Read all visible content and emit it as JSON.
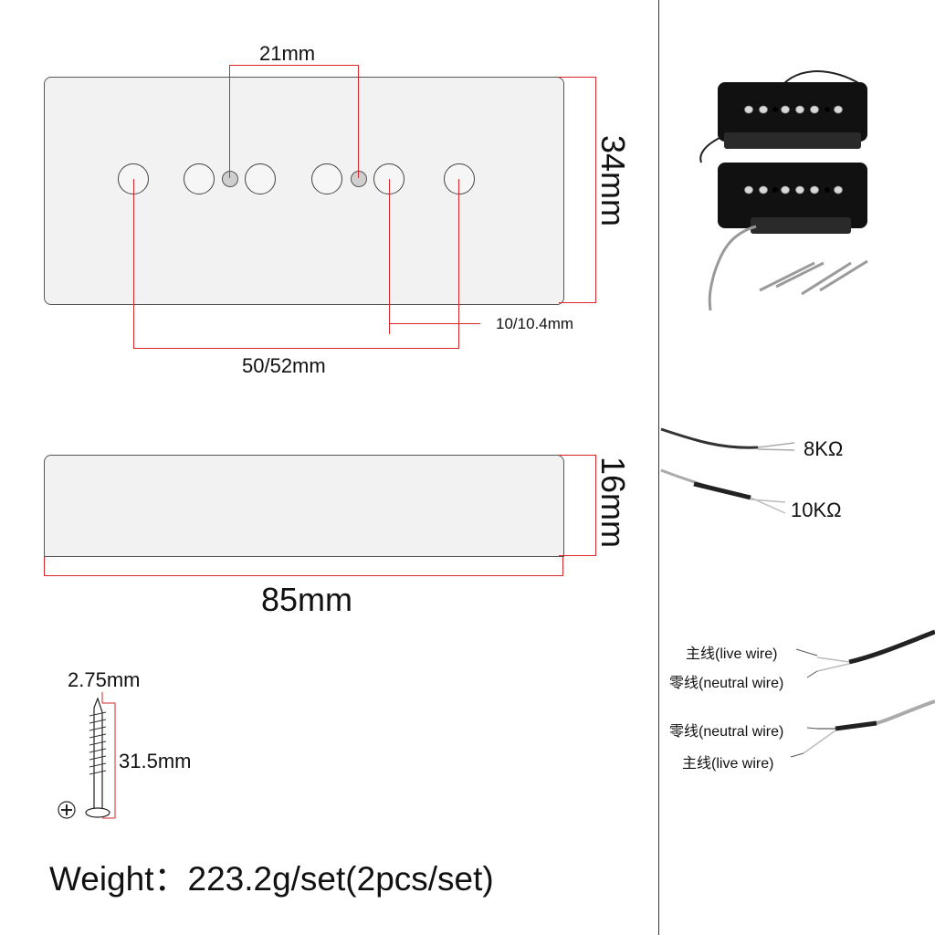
{
  "dimensions": {
    "pole_spacing": "21mm",
    "height_top": "34mm",
    "mount_spacing": "10/10.4mm",
    "pole_span": "50/52mm",
    "height_side": "16mm",
    "length": "85mm",
    "screw_diameter": "2.75mm",
    "screw_length": "31.5mm"
  },
  "weight": "Weight：223.2g/set(2pcs/set)",
  "resistance": {
    "neck": "8KΩ",
    "bridge": "10KΩ"
  },
  "wiring": {
    "live_1": "主线(live wire)",
    "neutral_1": "零线(neutral wire)",
    "neutral_2": "零线(neutral wire)",
    "live_2": "主线(live wire)"
  },
  "colors": {
    "dimension_line": "#d9262b",
    "divider": "#1b2f8f",
    "plate_fill": "#f2f2f2"
  }
}
